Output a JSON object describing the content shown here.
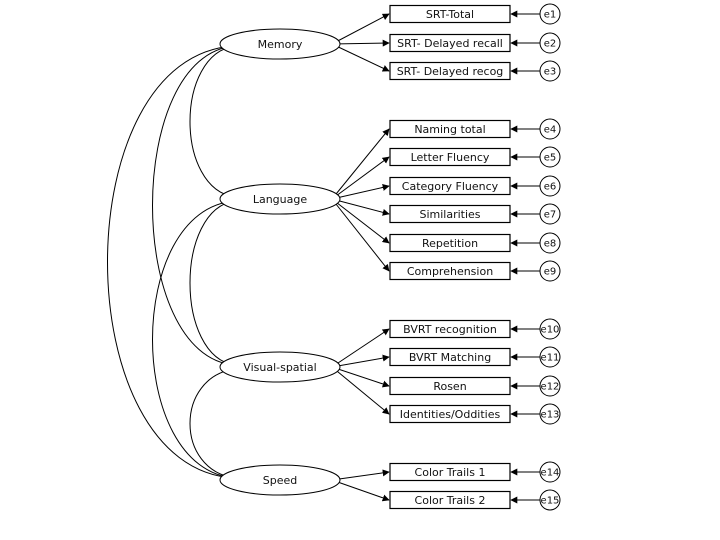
{
  "factors": [
    {
      "id": "memory",
      "label": "Memory",
      "indicators": [
        {
          "label": "SRT-Total",
          "error": "e1"
        },
        {
          "label": "SRT- Delayed recall",
          "error": "e2"
        },
        {
          "label": "SRT- Delayed recog",
          "error": "e3"
        }
      ]
    },
    {
      "id": "language",
      "label": "Language",
      "indicators": [
        {
          "label": "Naming total",
          "error": "e4"
        },
        {
          "label": "Letter Fluency",
          "error": "e5"
        },
        {
          "label": "Category Fluency",
          "error": "e6"
        },
        {
          "label": "Similarities",
          "error": "e7"
        },
        {
          "label": "Repetition",
          "error": "e8"
        },
        {
          "label": "Comprehension",
          "error": "e9"
        }
      ]
    },
    {
      "id": "visual-spatial",
      "label": "Visual-spatial",
      "indicators": [
        {
          "label": "BVRT recognition",
          "error": "e10"
        },
        {
          "label": "BVRT Matching",
          "error": "e11"
        },
        {
          "label": "Rosen",
          "error": "e12"
        },
        {
          "label": "Identities/Oddities",
          "error": "e13"
        }
      ]
    },
    {
      "id": "speed",
      "label": "Speed",
      "indicators": [
        {
          "label": "Color Trails 1",
          "error": "e14"
        },
        {
          "label": "Color Trails 2",
          "error": "e15"
        }
      ]
    }
  ],
  "covariances": [
    [
      0,
      1
    ],
    [
      0,
      2
    ],
    [
      0,
      3
    ],
    [
      1,
      2
    ],
    [
      1,
      3
    ],
    [
      2,
      3
    ]
  ]
}
